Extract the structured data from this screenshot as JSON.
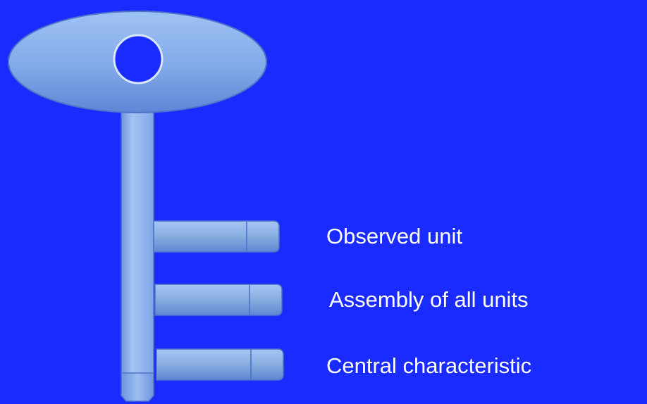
{
  "labels": [
    {
      "text": "Observed unit"
    },
    {
      "text": "Assembly of all units"
    },
    {
      "text": "Central characteristic"
    }
  ],
  "colors": {
    "background": "#1a2bff",
    "key_fill": "#8fb4ee",
    "key_hole": "#1a2bff",
    "key_stroke": "#5b7fd0",
    "label_text": "#ffffff"
  },
  "icons": {
    "key": "key-icon"
  }
}
